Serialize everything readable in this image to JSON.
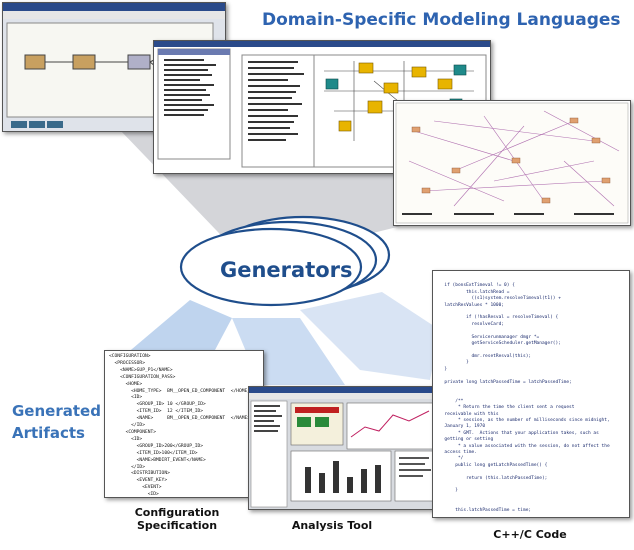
{
  "title": "Domain-Specific Modeling Languages",
  "center_label": "Generators",
  "side_label": [
    "Generated",
    "Artifacts"
  ],
  "captions": {
    "config": [
      "Configuration",
      "Specification"
    ],
    "analysis": "Analysis Tool",
    "code": "C++/C Code"
  },
  "colors": {
    "title": "#2e63b0",
    "generators": "#1f4e8c",
    "artifacts": "#3a73b8",
    "beam": "#c8d4e6"
  }
}
